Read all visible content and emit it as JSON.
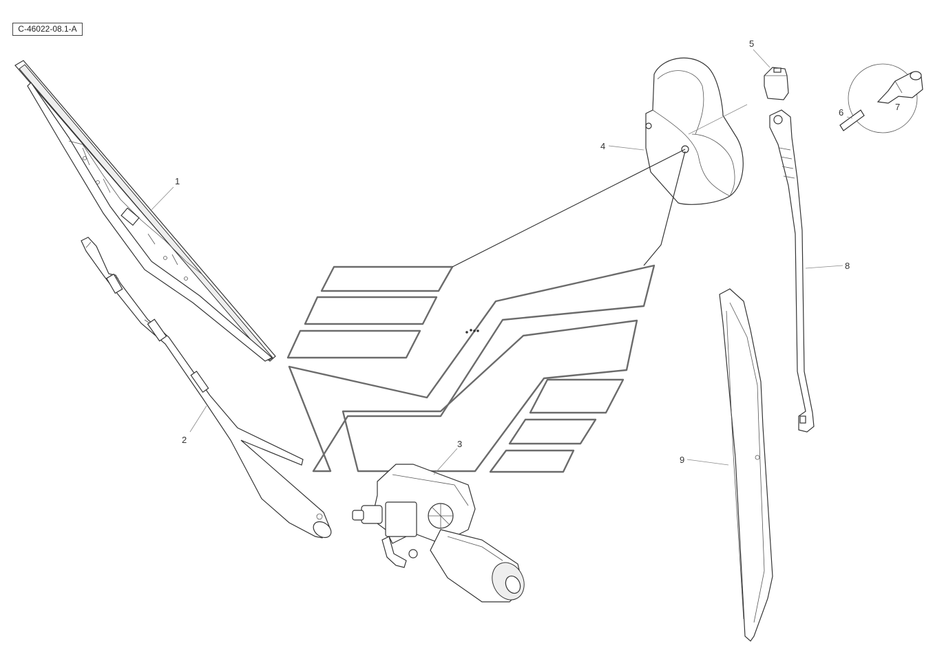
{
  "reference_code": "C-46022-08.1-A",
  "callouts": {
    "c1": "1",
    "c2": "2",
    "c3": "3",
    "c4": "4",
    "c5": "5",
    "c6": "6",
    "c7": "7",
    "c8": "8",
    "c9": "9"
  },
  "icons": [
    "wiper-blade-icon",
    "wiper-arm-icon",
    "wiper-motor-icon",
    "motor-cover-icon",
    "cap-icon",
    "sleeve-icon",
    "washer-nozzle-icon",
    "watermark-logo"
  ]
}
